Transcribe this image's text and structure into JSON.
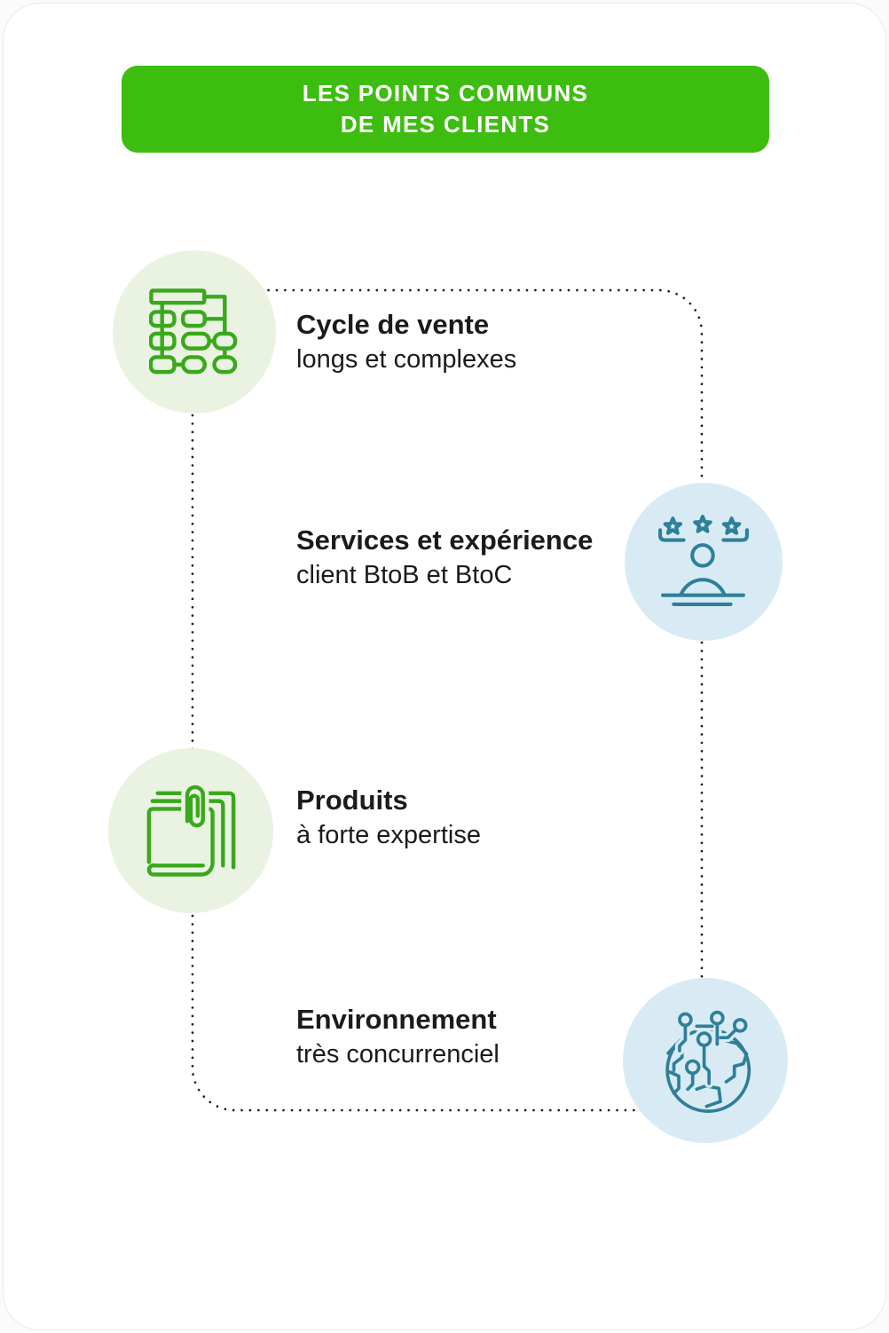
{
  "header": {
    "title_line1": "LES POINTS COMMUNS",
    "title_line2": "DE MES CLIENTS"
  },
  "items": [
    {
      "title": "Cycle de vente",
      "subtitle": "longs et complexes",
      "icon": "sitemap-flowchart-icon",
      "theme": "green"
    },
    {
      "title": "Services et expérience",
      "subtitle": "client BtoB et BtoC",
      "icon": "customer-rating-person-icon",
      "theme": "blue"
    },
    {
      "title": "Produits",
      "subtitle": "à forte expertise",
      "icon": "documents-paperclip-icon",
      "theme": "green"
    },
    {
      "title": "Environnement",
      "subtitle": "très concurrenciel",
      "icon": "global-network-globe-icon",
      "theme": "blue"
    }
  ],
  "colors": {
    "banner_green": "#3DBD10",
    "icon_green": "#3AA81C",
    "icon_green_bg": "#EAF3E2",
    "icon_teal": "#2F7F99",
    "icon_teal_bg": "#D8EBF4",
    "text_dark": "#1B1B1D",
    "dotted_line": "#1F1F1F",
    "card_bg": "#FFFFFF"
  }
}
